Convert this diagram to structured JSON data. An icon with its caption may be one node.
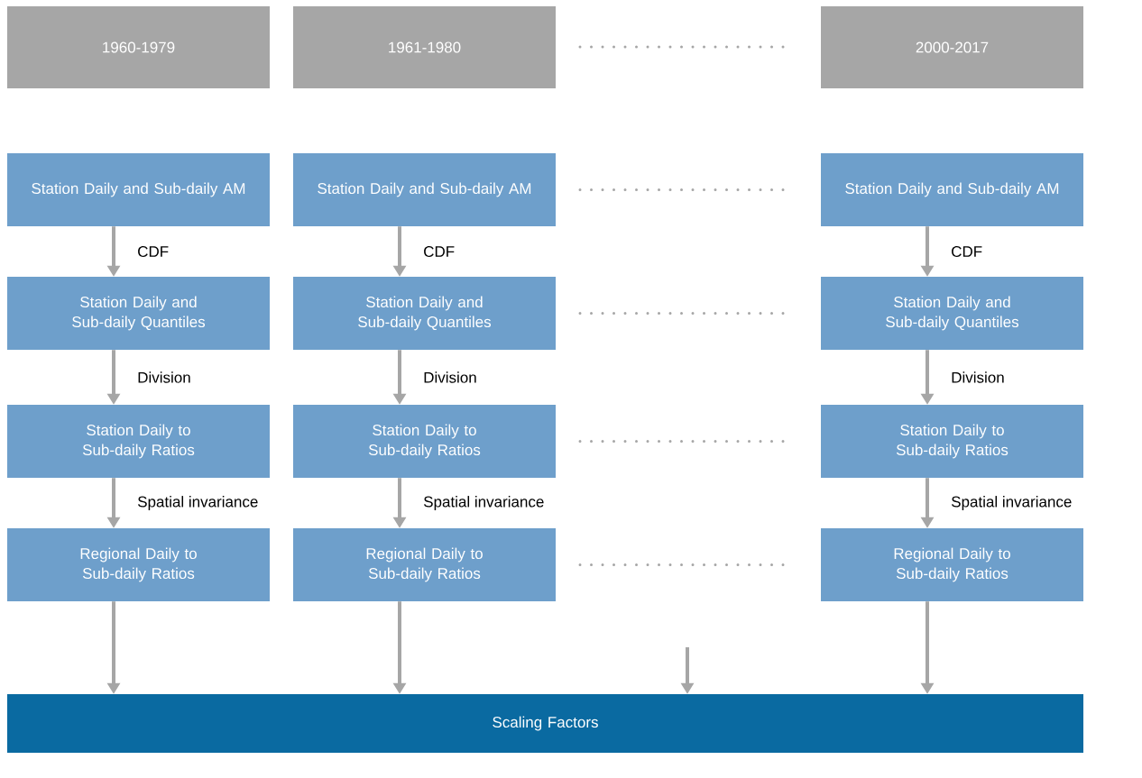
{
  "diagram": {
    "nodes": [
      {
        "text": [
          "1960-1979"
        ]
      },
      {
        "text": [
          "1961-1980"
        ]
      },
      {
        "text": [
          "2000-2017"
        ]
      },
      {
        "text": [
          "Station Daily and Sub-daily AM"
        ]
      },
      {
        "text": [
          "Station Daily and Sub-daily Quantiles"
        ]
      },
      {
        "text": [
          "Station Daily to Sub-daily Ratios"
        ]
      },
      {
        "text": [
          "Regional Daily to Sub-daily Ratios"
        ]
      },
      {
        "text": [
          "Station Daily and Sub-daily AM"
        ]
      },
      {
        "text": [
          "Station Daily and Sub-daily Quantiles"
        ]
      },
      {
        "text": [
          "Station Daily to Sub-daily Ratios"
        ]
      },
      {
        "text": [
          "Regional Daily to Sub-daily Ratios"
        ]
      },
      {
        "text": [
          "Station Daily and Sub-daily AM"
        ]
      },
      {
        "text": [
          "Station Daily and Sub-daily Quantiles"
        ]
      },
      {
        "text": [
          "Station Daily to Sub-daily Ratios"
        ]
      },
      {
        "text": [
          "Regional Daily to Sub-daily Ratios"
        ]
      },
      {
        "text": [
          "Scaling Factors"
        ]
      }
    ],
    "edges": [
      {
        "from": 3,
        "to": 4,
        "arrow": "to",
        "label": "CDF"
      },
      {
        "from": 4,
        "to": 5,
        "arrow": "to",
        "label": "Division"
      },
      {
        "from": 5,
        "to": 6,
        "arrow": "to",
        "label": "Spatial invariance"
      },
      {
        "from": 7,
        "to": 8,
        "arrow": "to",
        "label": "CDF"
      },
      {
        "from": 8,
        "to": 9,
        "arrow": "to",
        "label": "Division"
      },
      {
        "from": 9,
        "to": 10,
        "arrow": "to",
        "label": "Spatial invariance"
      },
      {
        "from": 11,
        "to": 12,
        "arrow": "to",
        "label": "CDF"
      },
      {
        "from": 12,
        "to": 13,
        "arrow": "to",
        "label": "Division"
      },
      {
        "from": 13,
        "to": 14,
        "arrow": "to",
        "label": "Spatial invariance"
      },
      {
        "from": 6,
        "to": 15,
        "arrow": "to"
      },
      {
        "from": 10,
        "to": 15,
        "arrow": "to"
      },
      {
        "from": null,
        "to": 15,
        "arrow": "to"
      },
      {
        "from": 14,
        "to": 15,
        "arrow": "to"
      }
    ]
  }
}
